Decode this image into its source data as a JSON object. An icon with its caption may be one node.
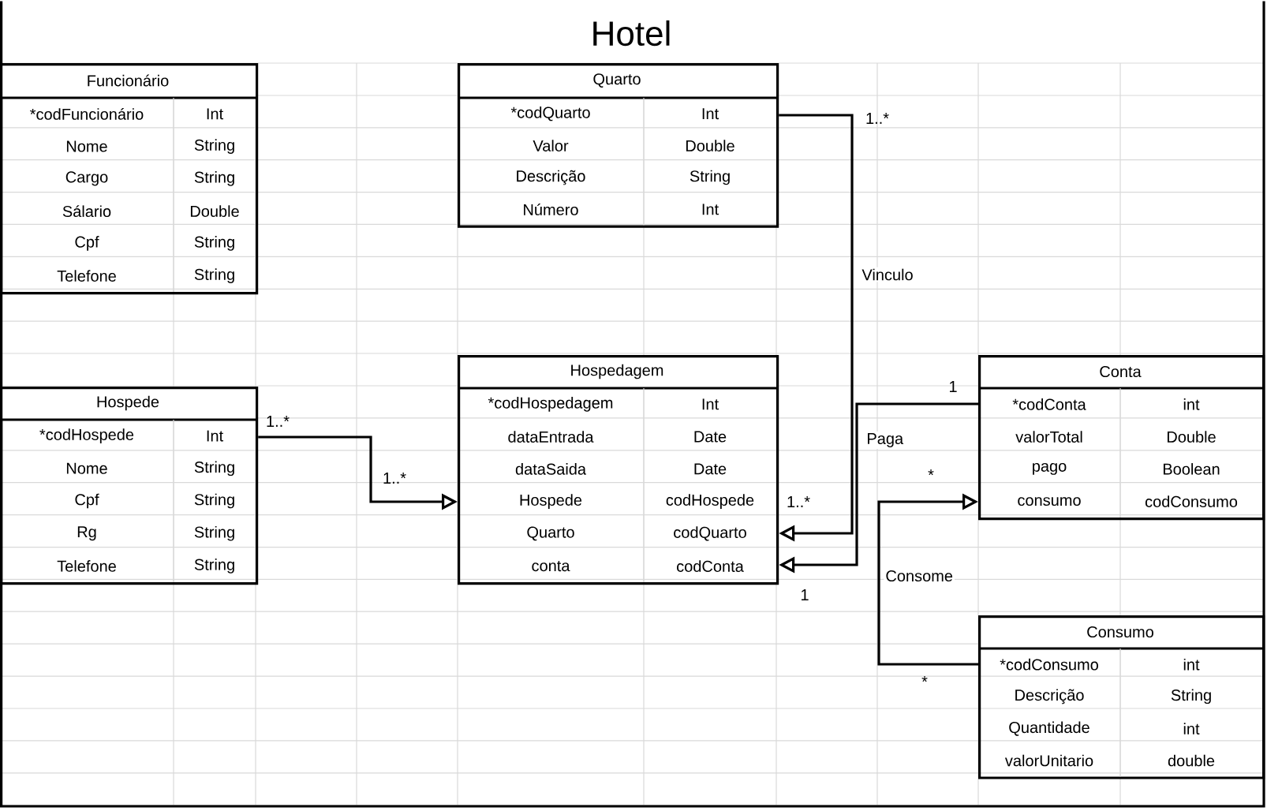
{
  "diagram": {
    "title": "Hotel",
    "nodes": [
      {
        "text": [
          "Funcionário",
          "*codFuncionário",
          "Int",
          "Nome",
          "String",
          "Cargo",
          "String",
          "Sálario",
          "Double",
          "Cpf",
          "String",
          "Telefone",
          "String"
        ]
      },
      {
        "text": [
          "Quarto",
          "*codQuarto",
          "Int",
          "Valor",
          "Double",
          "Descrição",
          "String",
          "Número",
          "Int"
        ]
      },
      {
        "text": [
          "Hospede",
          "*codHospede",
          "Int",
          "Nome",
          "String",
          "Cpf",
          "String",
          "Rg",
          "String",
          "Telefone",
          "String"
        ]
      },
      {
        "text": [
          "Hospedagem",
          "*codHospedagem",
          "Int",
          "dataEntrada",
          "Date",
          "dataSaida",
          "Date",
          "Hospede",
          "codHospede",
          "Quarto",
          "codQuarto",
          "conta",
          "codConta"
        ]
      },
      {
        "text": [
          "Conta",
          "*codConta",
          "int",
          "valorTotal",
          "Double",
          "pago",
          "Boolean",
          "consumo",
          "codConsumo"
        ]
      },
      {
        "text": [
          "Consumo",
          "*codConsumo",
          "int",
          "Descrição",
          "String",
          "Quantidade",
          "int",
          "valorUnitario",
          "double"
        ]
      }
    ],
    "edges": [
      {
        "from": 2,
        "to": 3,
        "arrow": "to"
      },
      {
        "from": 1,
        "to": 3,
        "arrow": "to",
        "label": "Vinculo"
      },
      {
        "from": 4,
        "to": 3,
        "arrow": "to",
        "label": "Paga"
      },
      {
        "from": 5,
        "to": 4,
        "arrow": "to",
        "label": "Consome"
      }
    ],
    "labels": [
      "1..*",
      "1",
      "1..*",
      "*",
      "1..*",
      "1..*",
      "1",
      "*"
    ]
  }
}
